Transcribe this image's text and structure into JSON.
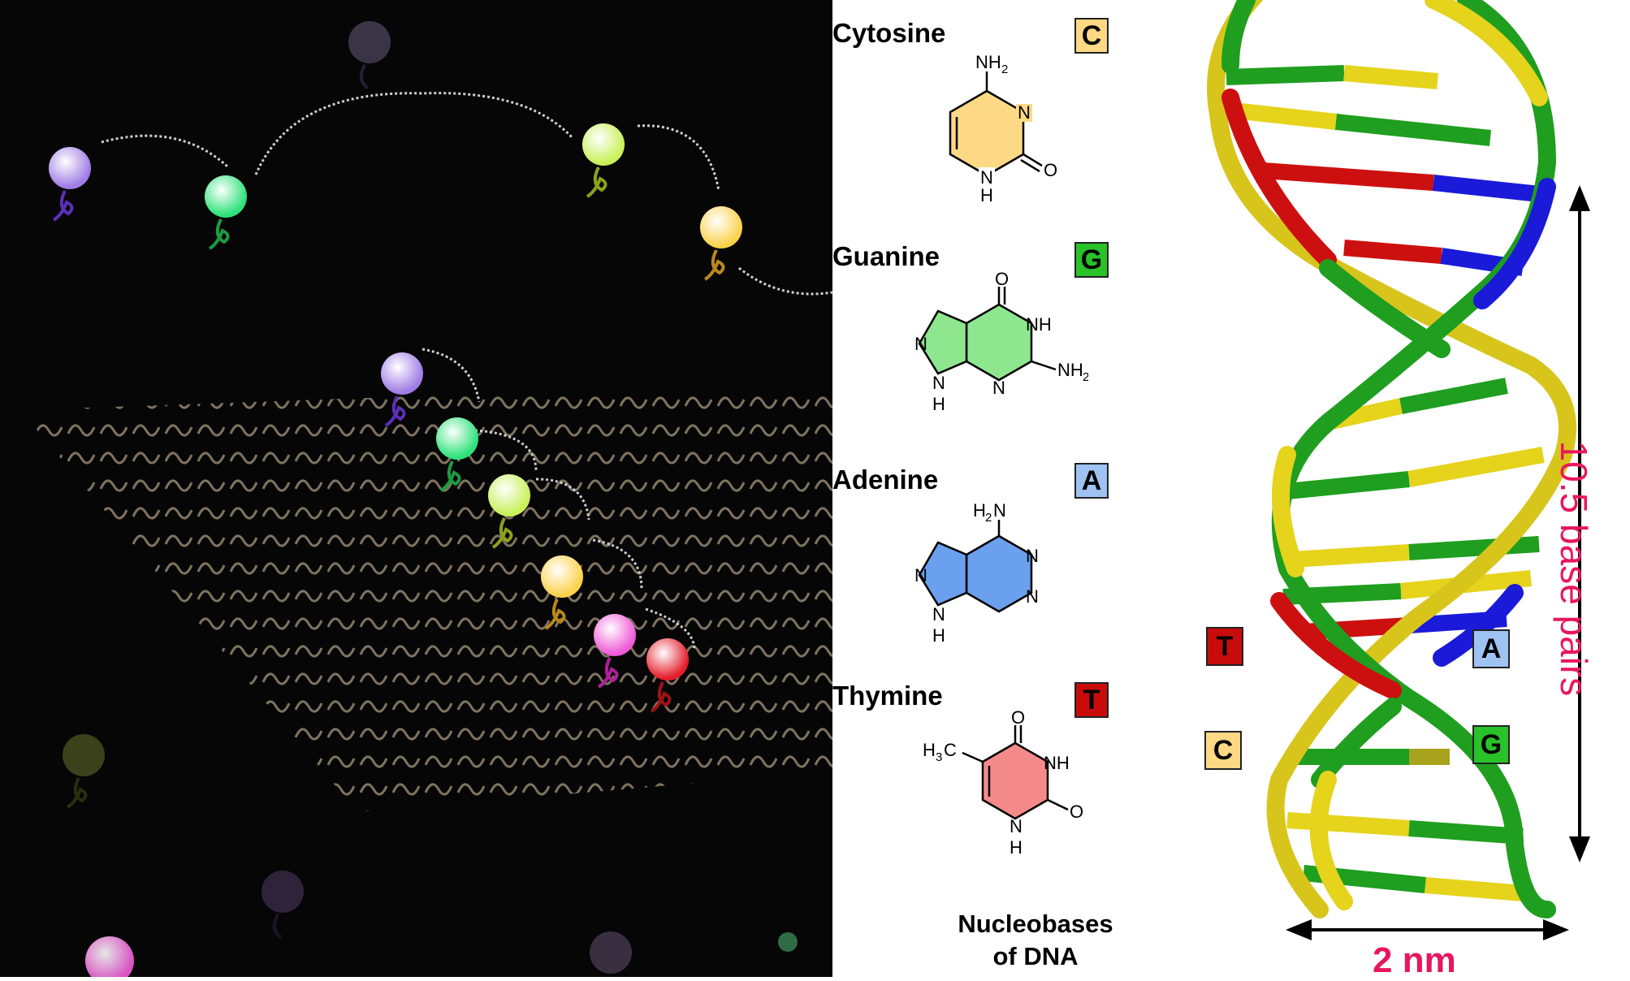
{
  "bases": [
    {
      "name": "Cytosine",
      "letter": "C",
      "color": "#fdd985"
    },
    {
      "name": "Guanine",
      "letter": "G",
      "color": "#29c229"
    },
    {
      "name": "Adenine",
      "letter": "A",
      "color": "#9ec2f1"
    },
    {
      "name": "Thymine",
      "letter": "T",
      "color": "#c80c0c"
    }
  ],
  "caption": {
    "line1": "Nucleobases",
    "line2": "of DNA"
  },
  "helix": {
    "pairs_label": "10.5 base pairs",
    "width_label": "2 nm",
    "side_letters": [
      {
        "letter": "T",
        "color": "#c80c0c"
      },
      {
        "letter": "A",
        "color": "#9ec2f1"
      },
      {
        "letter": "C",
        "color": "#fdd985"
      },
      {
        "letter": "G",
        "color": "#29c229"
      }
    ]
  },
  "atoms": {
    "nh2": "NH",
    "two": "2",
    "n": "N",
    "h": "H",
    "o": "O",
    "nh": "NH",
    "h2n_h": "H",
    "h2n_n": "N",
    "h3c_h": "H",
    "h3c_c": "C",
    "three": "3"
  }
}
